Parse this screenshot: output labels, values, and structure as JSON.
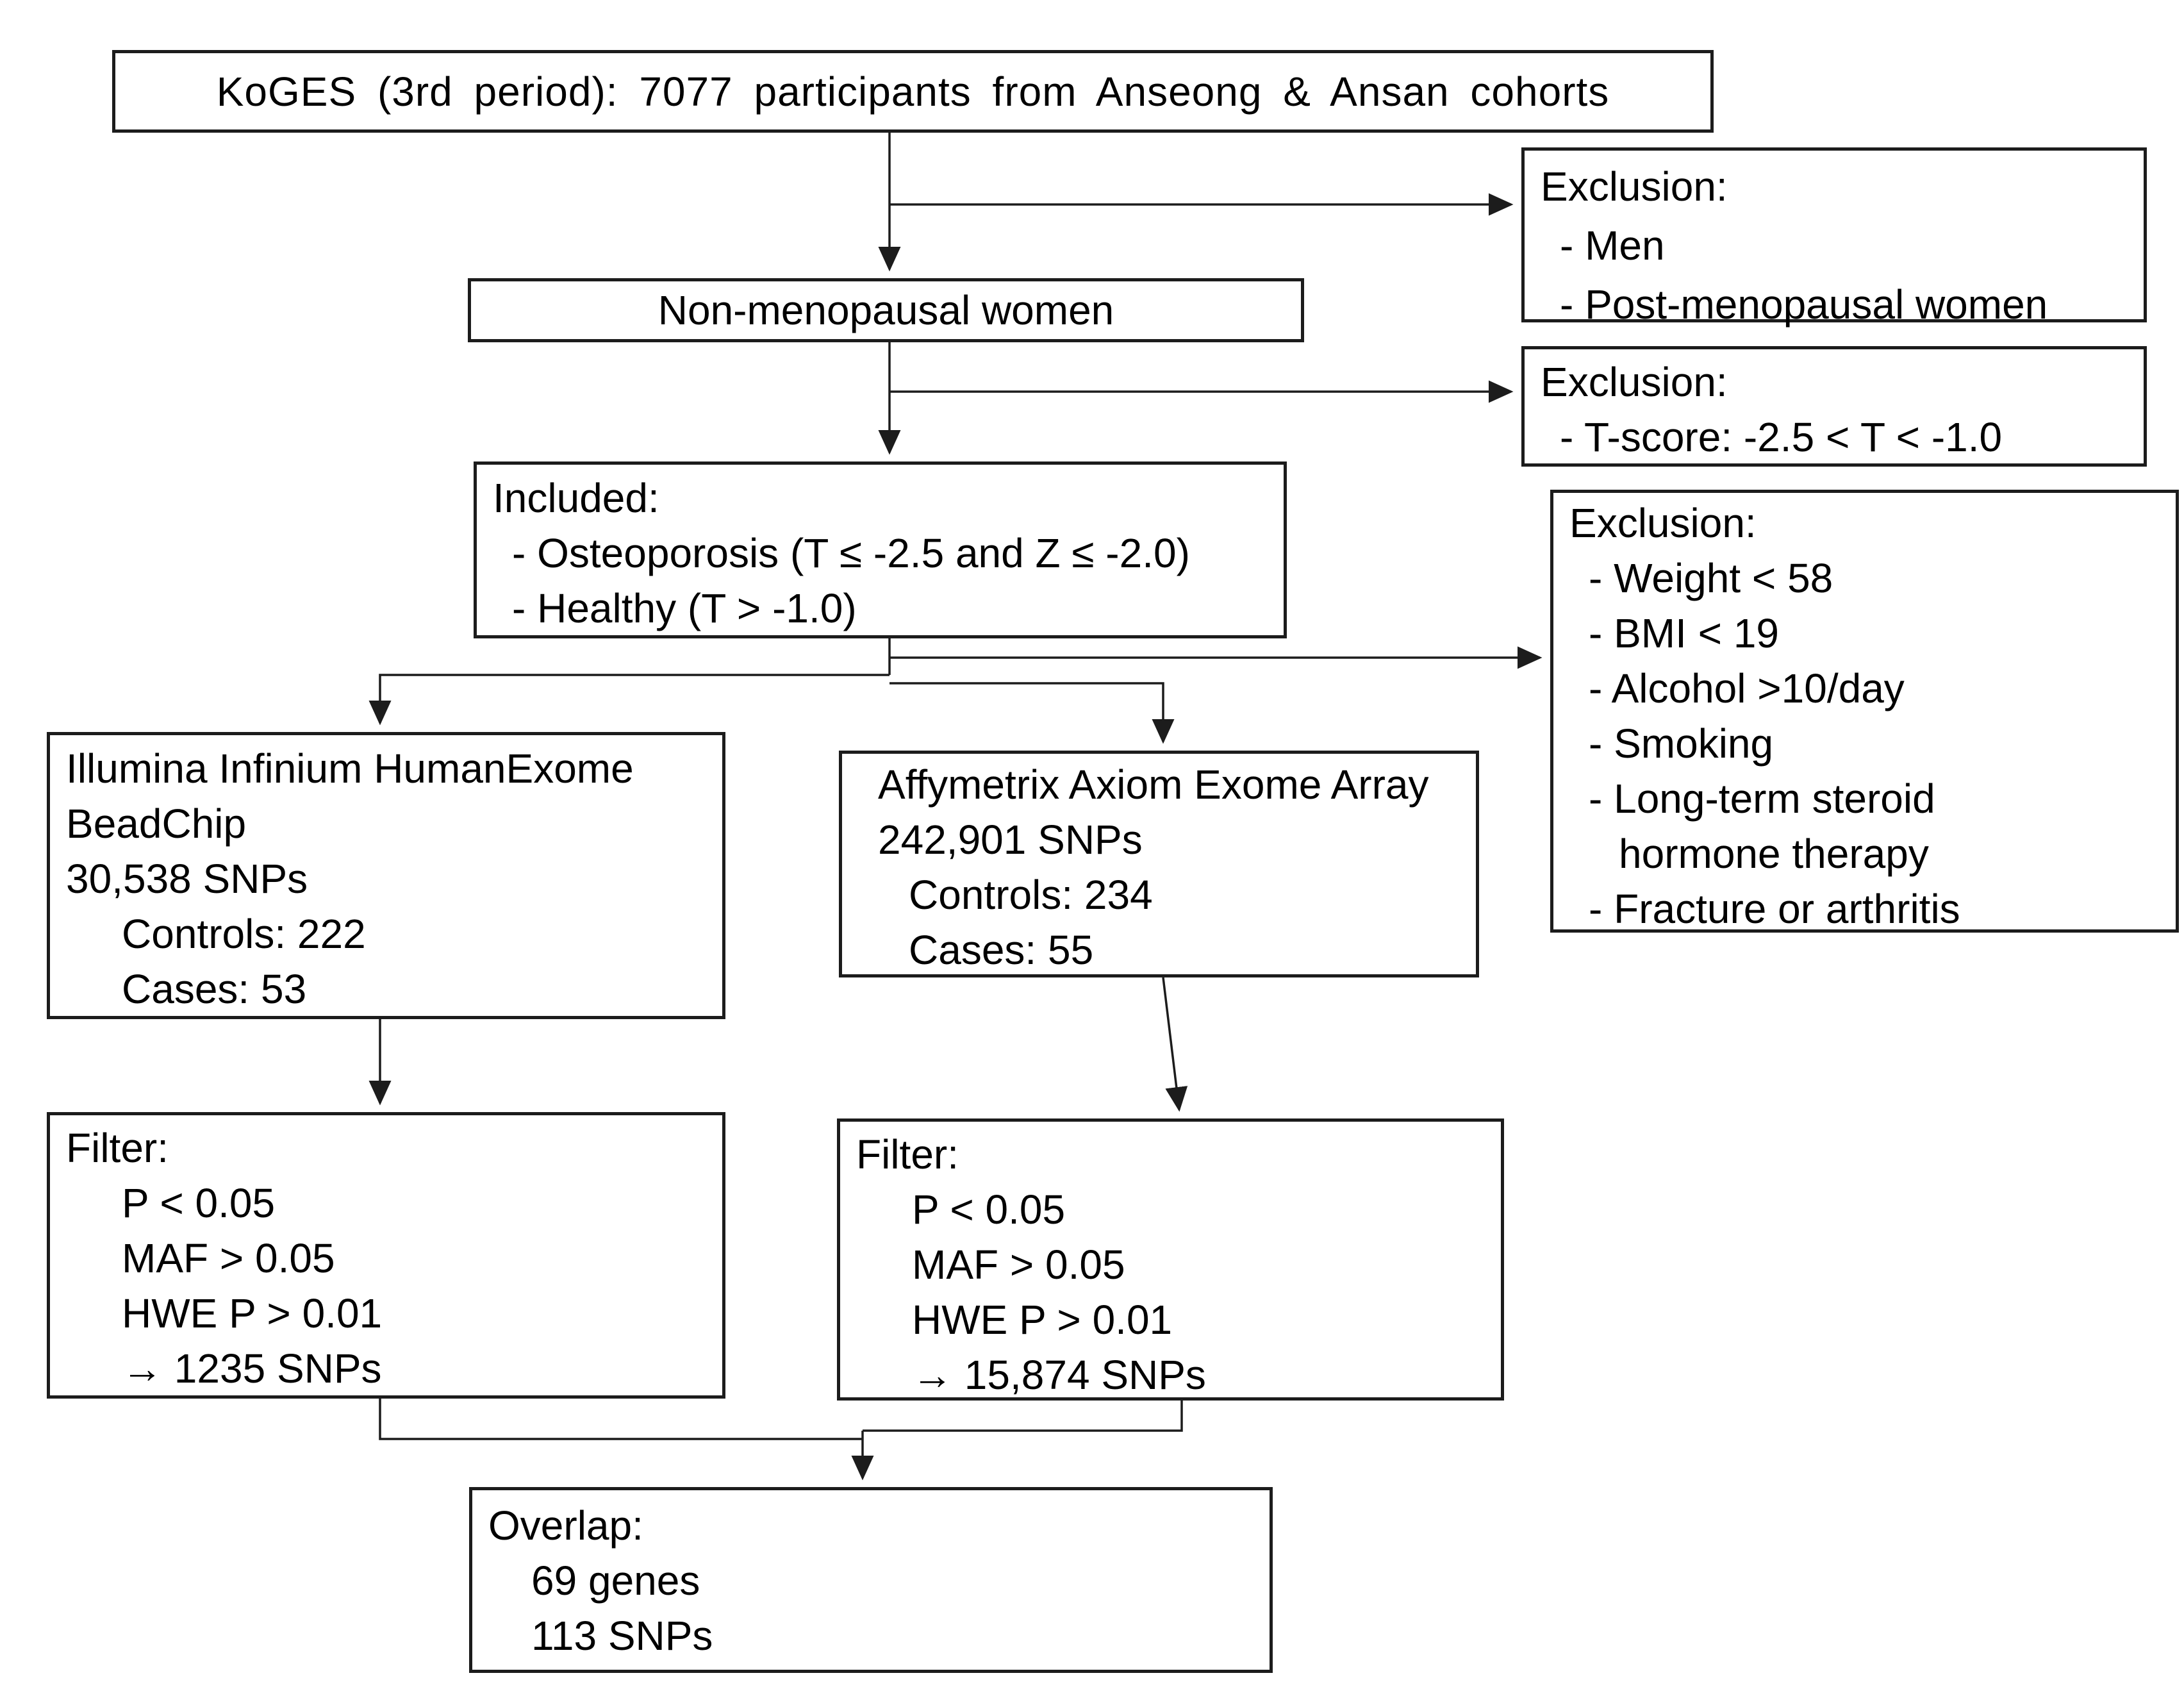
{
  "diagram": {
    "koges": {
      "label": "KoGES (3rd period): 7077 participants from Anseong & Ansan cohorts"
    },
    "non_menopausal": {
      "label": "Non-menopausal women"
    },
    "exclusion_men": {
      "title": "Exclusion:",
      "items": [
        "- Men",
        "- Post-menopausal women"
      ]
    },
    "exclusion_tscore": {
      "title": "Exclusion:",
      "items": [
        "- T-score: -2.5 < T < -1.0"
      ]
    },
    "included": {
      "title": "Included:",
      "items": [
        "- Osteoporosis (T ≤ -2.5 and Z ≤ -2.0)",
        "- Healthy (T > -1.0)"
      ]
    },
    "exclusion_lifestyle": {
      "title": "Exclusion:",
      "items": [
        "- Weight < 58",
        "- BMI < 19",
        "- Alcohol >10/day",
        "- Smoking",
        "- Long-term steroid",
        "hormone therapy",
        "- Fracture or arthritis"
      ]
    },
    "illumina": {
      "line1": "Illumina Infinium HumanExome",
      "line2": "BeadChip",
      "line3": "30,538 SNPs",
      "controls": "Controls: 222",
      "cases": "Cases: 53"
    },
    "affymetrix": {
      "line1": "Affymetrix Axiom Exome Array",
      "line2": "242,901 SNPs",
      "controls": "Controls: 234",
      "cases": "Cases: 55"
    },
    "filter_illumina": {
      "title": "Filter:",
      "items": [
        "P < 0.05",
        "MAF > 0.05",
        "HWE P > 0.01",
        "→ 1235 SNPs"
      ]
    },
    "filter_affymetrix": {
      "title": "Filter:",
      "items": [
        "P < 0.05",
        "MAF > 0.05",
        "HWE P > 0.01",
        "→ 15,874 SNPs"
      ]
    },
    "overlap": {
      "title": "Overlap:",
      "items": [
        "69 genes",
        "113 SNPs"
      ]
    },
    "colors": {
      "line": "#1c1c1c",
      "background": "#ffffff",
      "text": "#000000"
    }
  }
}
